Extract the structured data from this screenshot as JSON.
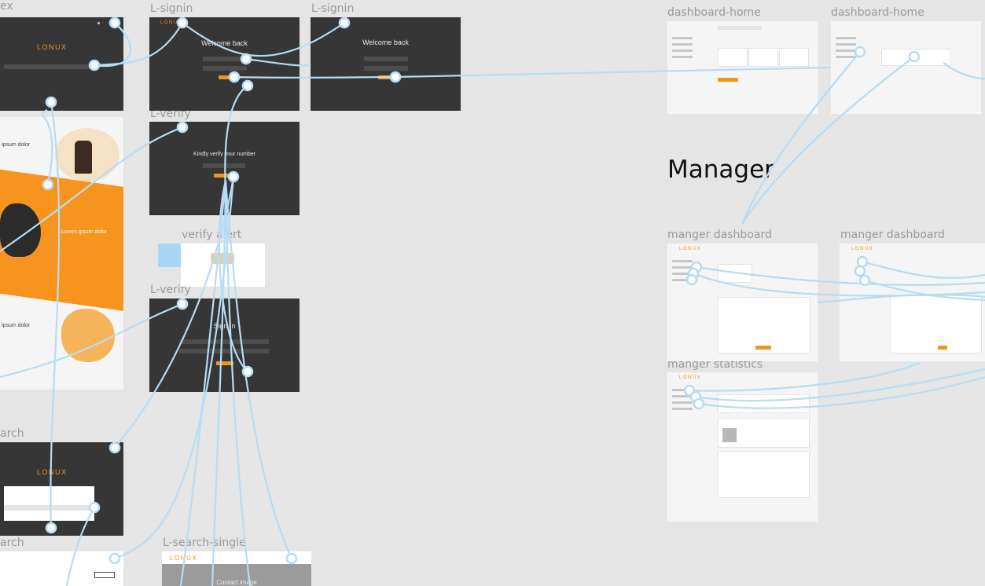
{
  "canvas": {
    "manager_heading": "Manager",
    "frames": [
      {
        "id": "index",
        "label": "ex"
      },
      {
        "id": "signin1",
        "label": "L-signin"
      },
      {
        "id": "signin2",
        "label": "L-signin"
      },
      {
        "id": "verify",
        "label": "L-verify"
      },
      {
        "id": "verify-alert",
        "label": "verify alert"
      },
      {
        "id": "verify2",
        "label": "L-verify"
      },
      {
        "id": "search",
        "label": "arch"
      },
      {
        "id": "search2",
        "label": "arch"
      },
      {
        "id": "search-single",
        "label": "L-search-single"
      },
      {
        "id": "dash-home-1",
        "label": "dashboard-home"
      },
      {
        "id": "dash-home-2",
        "label": "dashboard-home"
      },
      {
        "id": "mgr-dash-1",
        "label": "manger dashboard"
      },
      {
        "id": "mgr-dash-2",
        "label": "manger dashboard"
      },
      {
        "id": "mgr-stats",
        "label": "manger statistics"
      }
    ]
  },
  "content": {
    "logo": "LONUX",
    "welcome": "Welcome back",
    "verify_title": "Kindly verify your number",
    "signup_title": "Sign In",
    "lorem_title": "ipsum dolor",
    "lorem_center": "Lorem ipsum dolor",
    "contact_image": "Contact image"
  },
  "colors": {
    "accent": "#f0951e",
    "link": "#b7dcf5",
    "dark_frame": "#363636",
    "canvas": "#e5e5e5"
  }
}
